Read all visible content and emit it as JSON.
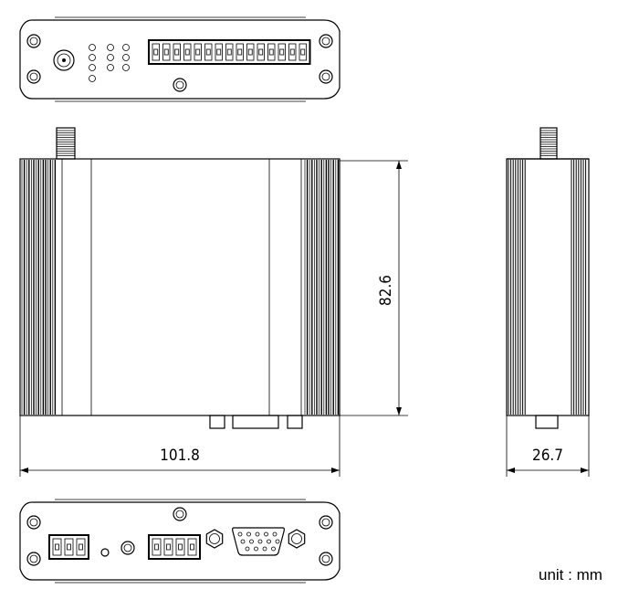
{
  "dimensions": {
    "height": "82.6",
    "width": "101.8",
    "depth": "26.7"
  },
  "unit_label": "unit : mm",
  "views": {
    "top_panel": {
      "terminal_pins": 15,
      "led_count": 10
    },
    "bottom_panel": {
      "terminal_3pin": 3,
      "terminal_4pin": 4,
      "vga_pins": 15
    }
  }
}
